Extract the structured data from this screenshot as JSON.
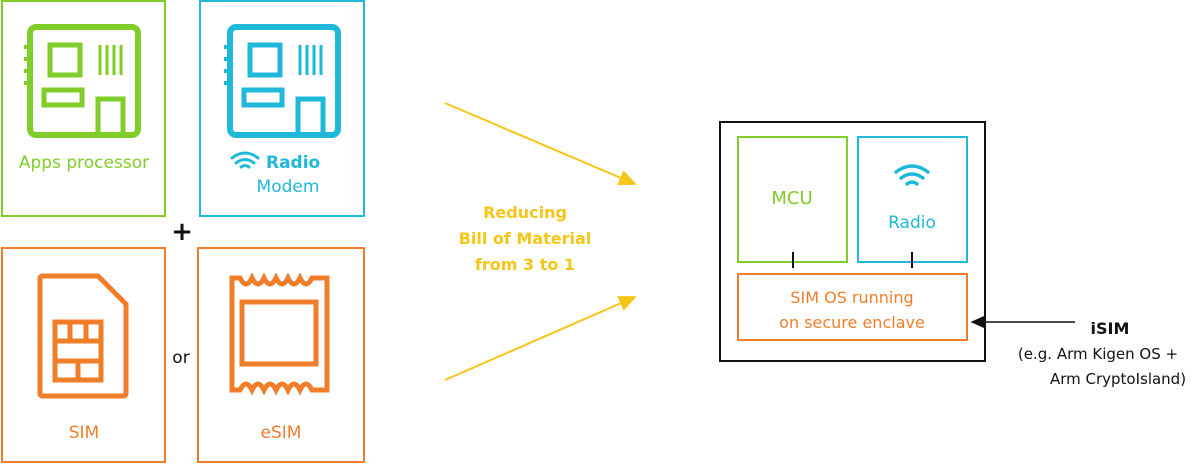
{
  "colors": {
    "green": "#80cc28",
    "blue": "#1fb8d8",
    "orange": "#f07d2a",
    "yellow": "#f5c518",
    "black": "#111111"
  },
  "left": {
    "apps_processor": "Apps processor",
    "radio_modem": {
      "line1": "Radio",
      "line2": "Modem"
    },
    "plus": "+",
    "or": "or",
    "sim": "SIM",
    "esim": "eSIM"
  },
  "middle": {
    "lines": [
      "Reducing",
      "Bill of Material",
      "from 3 to 1"
    ]
  },
  "right": {
    "mcu": "MCU",
    "radio": "Radio",
    "sim_os": [
      "SIM OS running",
      "on secure enclave"
    ],
    "isim_title": "iSIM",
    "isim_note": [
      "(e.g. Arm Kigen OS +",
      "Arm CryptoIsland)"
    ]
  }
}
